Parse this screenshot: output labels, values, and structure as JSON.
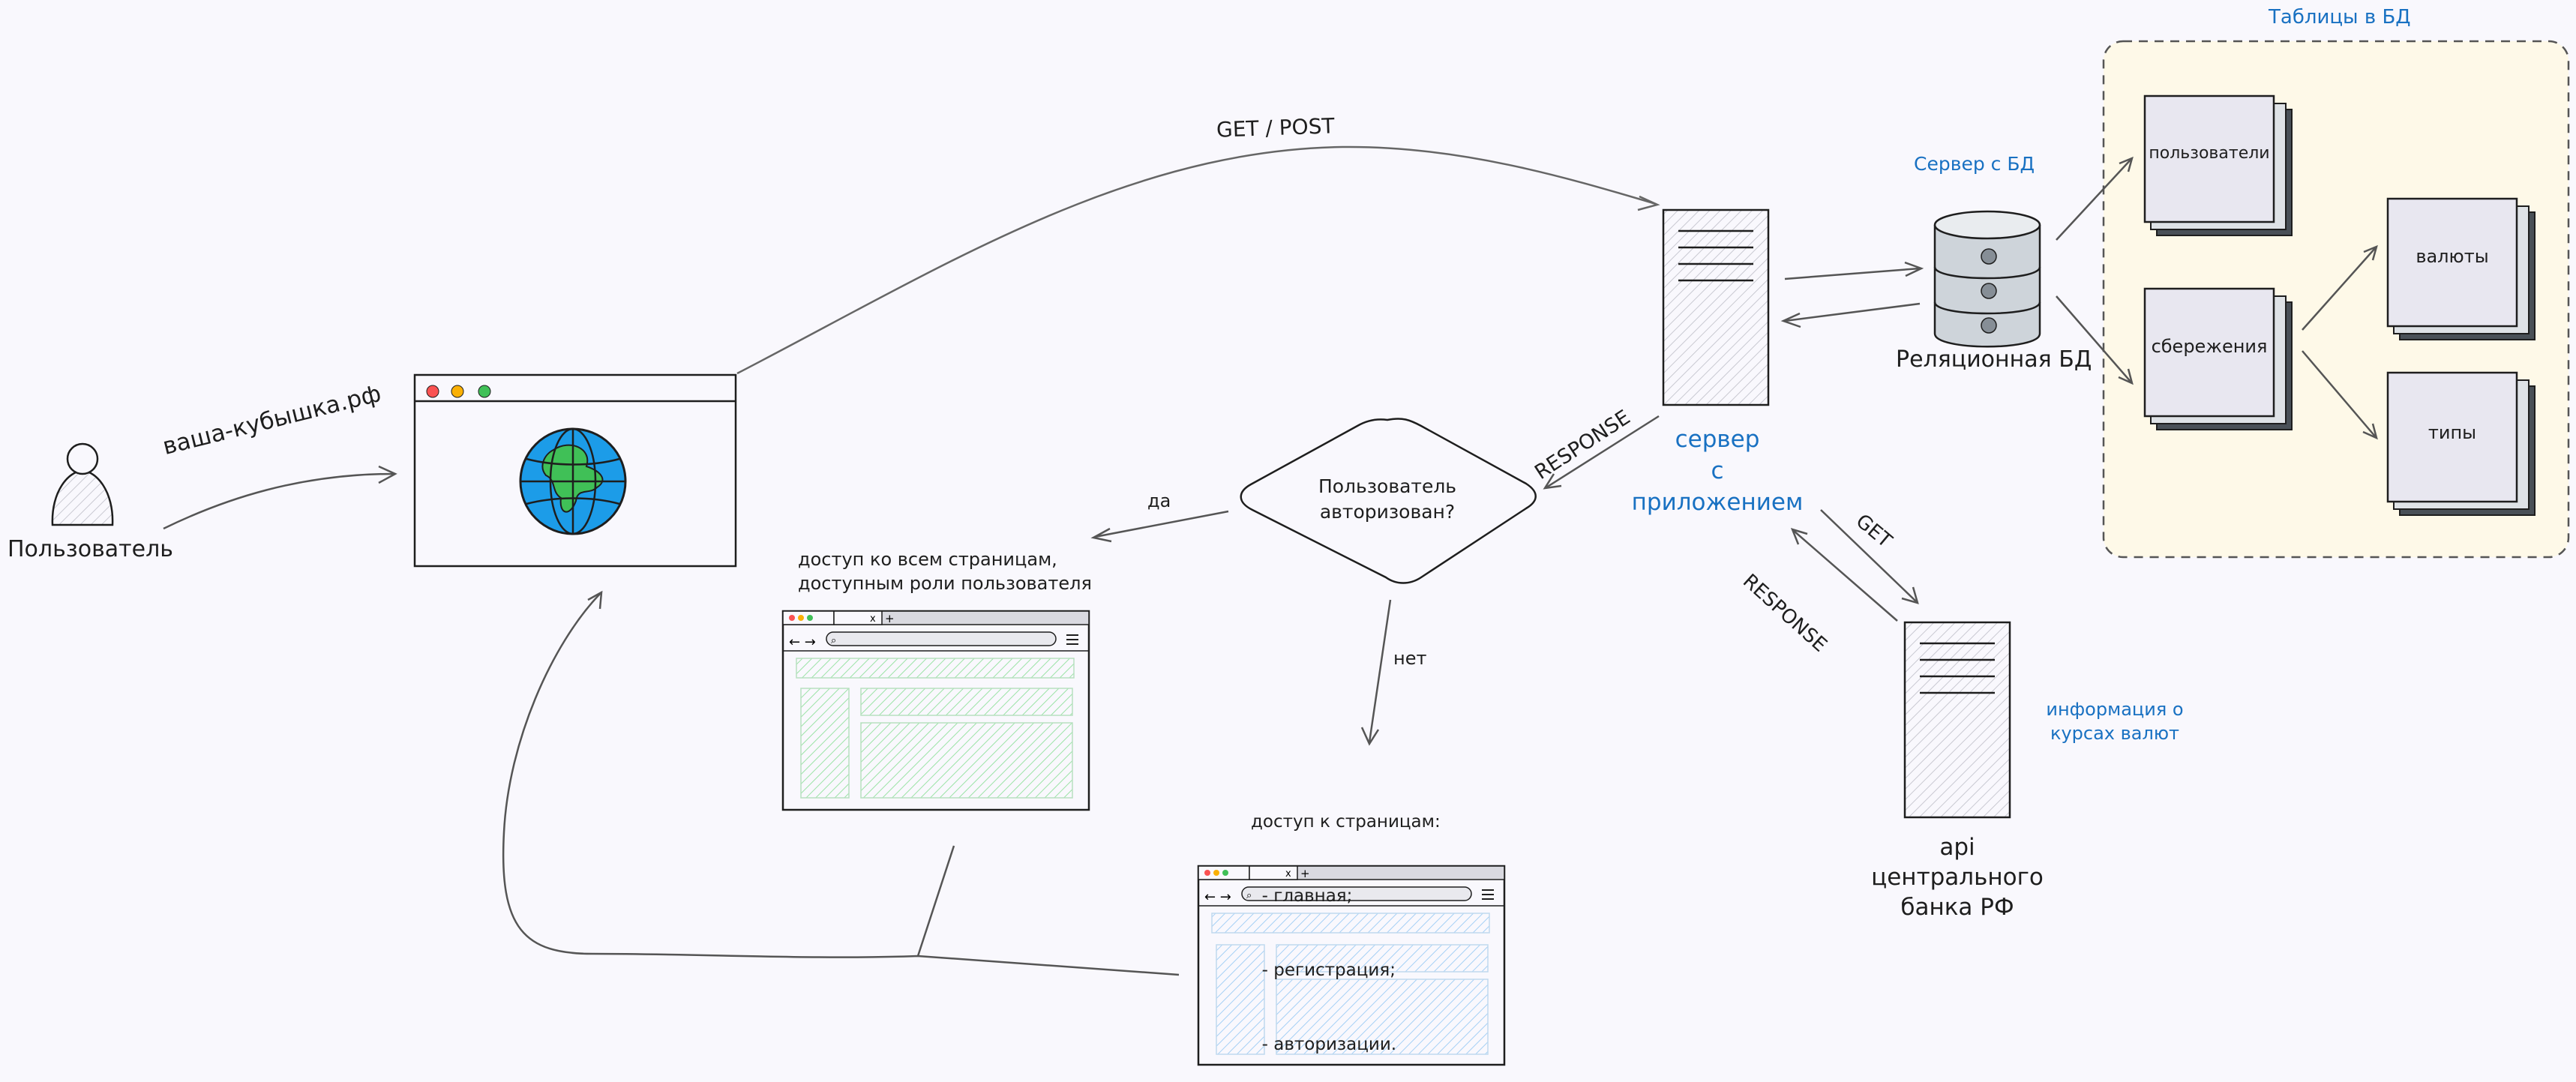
{
  "user": {
    "label": "Пользователь"
  },
  "domain_label": "ваша-кубышка.рф",
  "get_post_label": "GET / POST",
  "app_server": {
    "label_lines": [
      "сервер",
      "с",
      "приложением"
    ]
  },
  "db_server_label": "Сервер с БД",
  "relational_db_label": "Реляционная БД",
  "tables_group": {
    "title": "Таблицы в БД",
    "tables": [
      "пользователи",
      "сбережения",
      "валюты",
      "типы"
    ]
  },
  "response_label": "RESPONSE",
  "decision": {
    "text_lines": [
      "Пользователь",
      "авторизован?"
    ]
  },
  "yes_label": "да",
  "no_label": "нет",
  "full_access": {
    "text_lines": [
      "доступ ко всем страницам,",
      "доступным роли пользователя"
    ]
  },
  "limited_access": {
    "text_lines": [
      "доступ к страницам:",
      "  - главная;",
      "  - регистрация;",
      "  - авторизации."
    ]
  },
  "cbr": {
    "get_label": "GET",
    "response_label": "RESPONSE",
    "info_lines": [
      "информация о",
      "курсах валют"
    ],
    "label_lines": [
      "api",
      "центрального",
      "банка РФ"
    ]
  },
  "colors": {
    "stroke": "#1e1e1e",
    "blue_text": "#1971c2",
    "green_hatch": "#b2f2bb",
    "blue_hatch": "#a5d8ff",
    "globe_ocean": "#1c9ce8",
    "globe_land": "#40c057",
    "tables_bg": "#fff9db"
  }
}
